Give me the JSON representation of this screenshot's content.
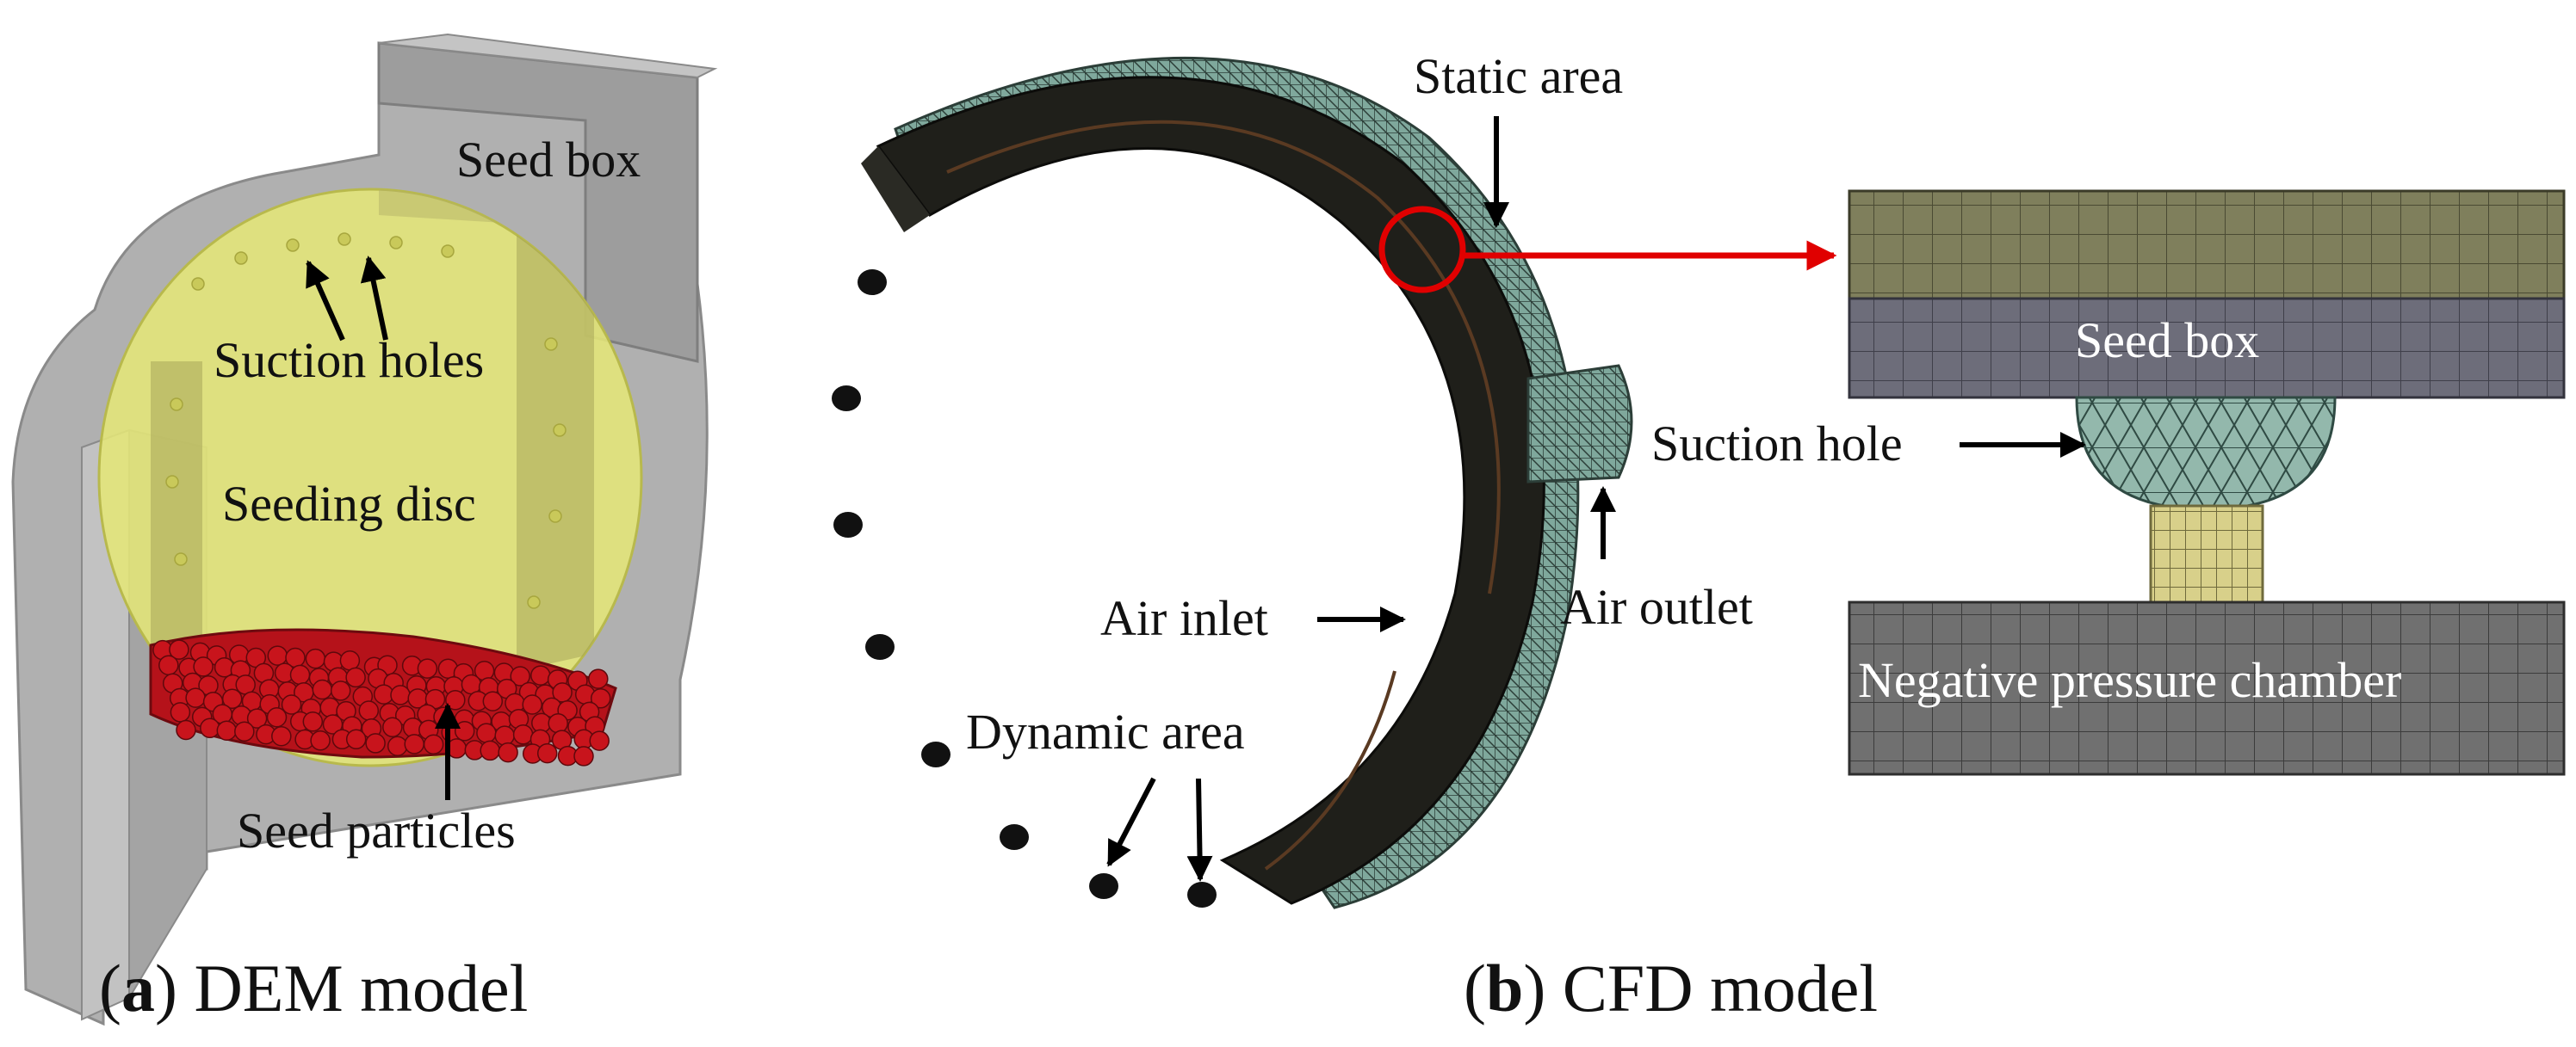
{
  "panel_a": {
    "labels": {
      "seed_box": "Seed box",
      "suction_holes": "Suction holes",
      "seeding_disc": "Seeding disc",
      "seed_particles": "Seed particles"
    },
    "caption": {
      "paren_open": "(",
      "letter": "a",
      "rest": ") DEM model"
    }
  },
  "panel_b": {
    "labels": {
      "static_area": "Static area",
      "air_inlet": "Air inlet",
      "air_outlet": "Air outlet",
      "dynamic_area": "Dynamic area"
    },
    "caption": {
      "paren_open": "(",
      "letter": "b",
      "rest": ") CFD model"
    }
  },
  "detail": {
    "seed_box": "Seed box",
    "suction_hole": "Suction hole",
    "negative_pressure_chamber": "Negative pressure chamber"
  },
  "colors": {
    "disc_fill": "#e6e87a",
    "housing": "#a8a8a8",
    "particles": "#c8141c",
    "ring": "#1f1f1a",
    "highlight": "#e00000",
    "mesh_olive": "#7d7d5a",
    "mesh_slate": "#6b6b78",
    "mesh_gray": "#6e6e6e",
    "tet_mesh": "#8fb3a7",
    "neck": "#d6cf88"
  }
}
